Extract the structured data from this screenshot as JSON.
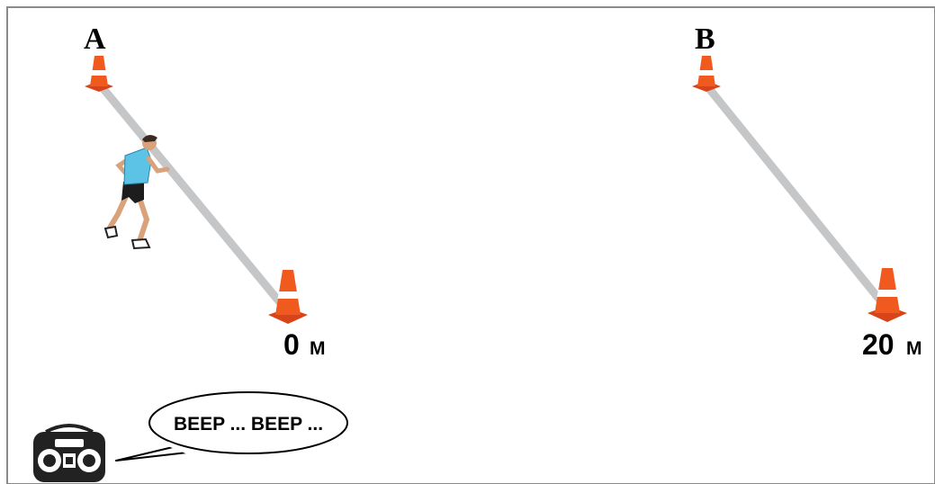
{
  "lanes": [
    {
      "top_label": "A",
      "distance_value": "0",
      "distance_unit": "M"
    },
    {
      "top_label": "B",
      "distance_value": "20",
      "distance_unit": "M"
    }
  ],
  "speech_bubble": {
    "text": "BEEP ... BEEP ..."
  },
  "colors": {
    "border": "#8a8a8a",
    "lane": "#c4c6c8",
    "cone": "#f15a1f",
    "cone_base": "#d8441a",
    "cone_stripe": "#ffffff",
    "shirt": "#5cc3e6",
    "shorts": "#1d1d1d",
    "skin": "#d9a27b",
    "boombox": "#222222"
  },
  "icons": {
    "runner": "runner-icon",
    "cone": "traffic-cone-icon",
    "stereo": "boombox-icon"
  }
}
